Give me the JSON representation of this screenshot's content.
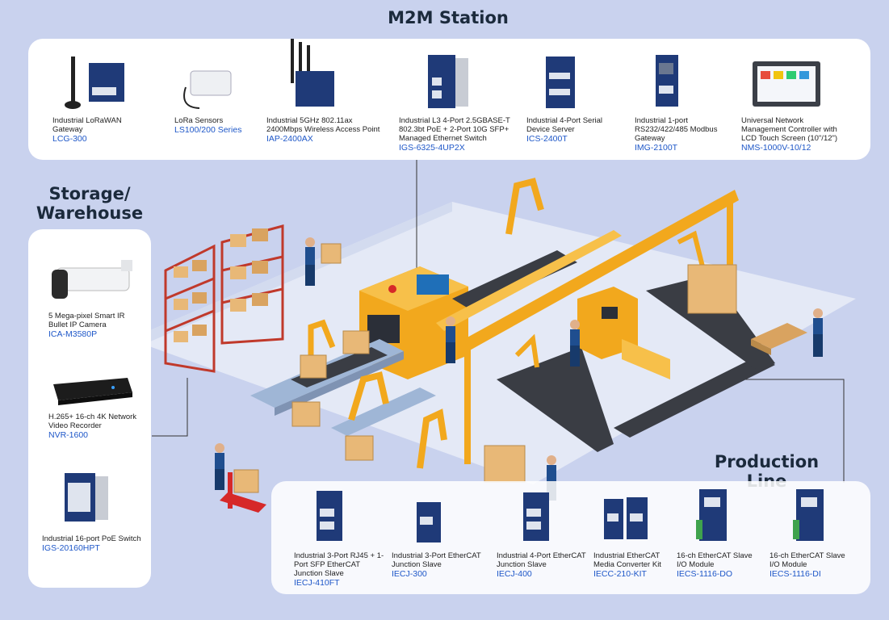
{
  "sections": {
    "m2m": "M2M Station",
    "storage_line1": "Storage/",
    "storage_line2": "Warehouse",
    "production": "Production Line"
  },
  "m2m_products": [
    {
      "name": "Industrial LoRaWAN Gateway",
      "model": "LCG-300"
    },
    {
      "name": "LoRa Sensors",
      "model": "LS100/200 Series"
    },
    {
      "name": "Industrial 5GHz 802.11ax 2400Mbps Wireless Access Point",
      "model": "IAP-2400AX"
    },
    {
      "name": "Industrial L3 4-Port 2.5GBASE-T 802.3bt PoE + 2-Port 10G SFP+ Managed Ethernet Switch",
      "model": "IGS-6325-4UP2X"
    },
    {
      "name": "Industrial 4-Port Serial Device Server",
      "model": "ICS-2400T"
    },
    {
      "name": "Industrial 1-port RS232/422/485 Modbus Gateway",
      "model": "IMG-2100T"
    },
    {
      "name": "Universal Network Management Controller with LCD Touch Screen (10\"/12\")",
      "model": "NMS-1000V-10/12"
    }
  ],
  "storage_products": [
    {
      "name": "5 Mega-pixel Smart IR Bullet IP Camera",
      "model": "ICA-M3580P"
    },
    {
      "name": "H.265+ 16-ch 4K Network Video Recorder",
      "model": "NVR-1600"
    },
    {
      "name": "Industrial 16-port PoE Switch",
      "model": "IGS-20160HPT"
    }
  ],
  "production_products": [
    {
      "name": "Industrial 3-Port RJ45 + 1-Port SFP EtherCAT Junction Slave",
      "model": "IECJ-410FT"
    },
    {
      "name": "Industrial 3-Port EtherCAT Junction Slave",
      "model": "IECJ-300"
    },
    {
      "name": "Industrial 4-Port EtherCAT Junction Slave",
      "model": "IECJ-400"
    },
    {
      "name": "Industrial EtherCAT Media Converter Kit",
      "model": "IECC-210-KIT"
    },
    {
      "name": "16-ch EtherCAT Slave I/O Module",
      "model": "IECS-1116-DO"
    },
    {
      "name": "16-ch EtherCAT Slave I/O Module",
      "model": "IECS-1116-DI"
    }
  ],
  "colors": {
    "background": "#c9d2ee",
    "panel": "#ffffff",
    "heading": "#1b2a3c",
    "model": "#1e57c8",
    "device": "#1f3a78",
    "machine_yellow": "#f2a81d",
    "conveyor": "#3a3d44",
    "box": "#e8b877"
  }
}
